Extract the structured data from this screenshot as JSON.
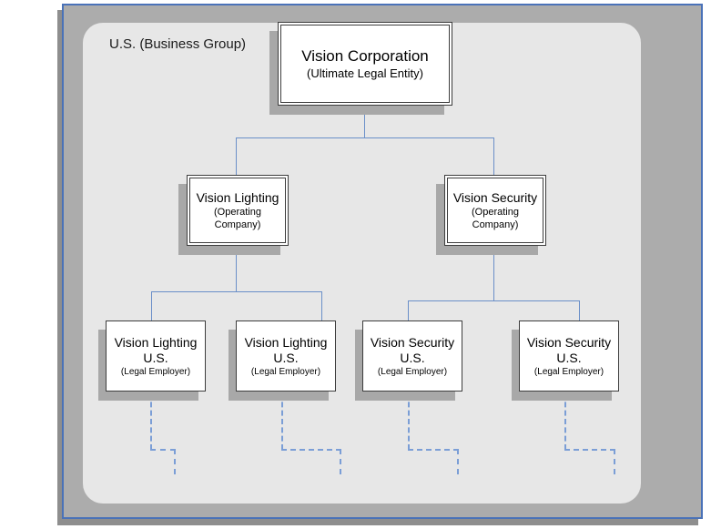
{
  "diagram": {
    "type": "organization-hierarchy",
    "group_label": "U.S. (Business Group)",
    "colors": {
      "frame_border": "#4a72b8",
      "frame_band": "#acacac",
      "panel": "#e7e7e7",
      "connector": "#6a8fc8",
      "dashed_connector": "#7b9ed6",
      "box_border": "#3d3d3d",
      "box_fill": "#ffffff",
      "box_shadow": "#a8a8a8"
    },
    "levels": [
      {
        "name": "ultimate-legal-entity",
        "nodes": [
          {
            "title": "Vision Corporation",
            "subtitle": "(Ultimate Legal Entity)"
          }
        ]
      },
      {
        "name": "operating-company",
        "nodes": [
          {
            "title": "Vision Lighting",
            "subtitle_line1": "(Operating",
            "subtitle_line2": "Company)"
          },
          {
            "title": "Vision Security",
            "subtitle_line1": "(Operating",
            "subtitle_line2": "Company)"
          }
        ]
      },
      {
        "name": "legal-employer",
        "nodes": [
          {
            "title_line1": "Vision Lighting",
            "title_line2": "U.S.",
            "subtitle": "(Legal Employer)"
          },
          {
            "title_line1": "Vision Lighting",
            "title_line2": "U.S.",
            "subtitle": "(Legal Employer)"
          },
          {
            "title_line1": "Vision Security",
            "title_line2": "U.S.",
            "subtitle": "(Legal Employer)"
          },
          {
            "title_line1": "Vision Security",
            "title_line2": "U.S.",
            "subtitle": "(Legal Employer)"
          }
        ]
      }
    ]
  }
}
